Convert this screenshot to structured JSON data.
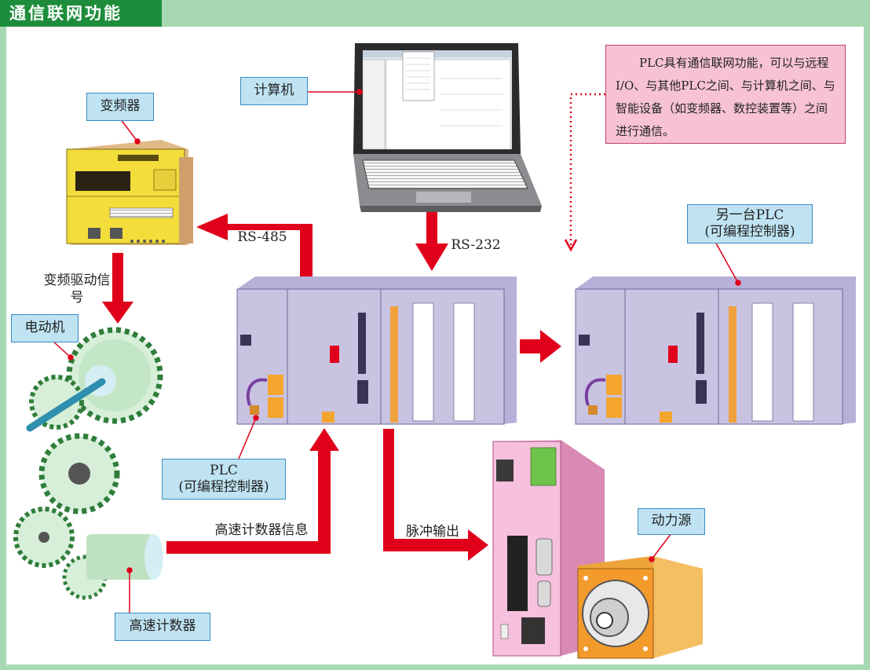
{
  "header": {
    "title": "通信联网功能"
  },
  "note": {
    "text": "PLC具有通信联网功能，可以与远程I/O、与其他PLC之间、与计算机之间、与智能设备（如变频器、数控装置等）之间进行通信。"
  },
  "labels": {
    "computer": "计算机",
    "inverter": "变频器",
    "inverter_signal": "变频驱动信号",
    "motor": "电动机",
    "plc_line1": "PLC",
    "plc_line2": "(可编程控制器)",
    "other_plc_line1": "另一台PLC",
    "other_plc_line2": "(可编程控制器)",
    "power_source": "动力源",
    "hs_counter": "高速计数器",
    "rs485": "RS-485",
    "rs232": "RS-232",
    "hs_info": "高速计数器信息",
    "pulse_out": "脉冲输出"
  },
  "colors": {
    "accent_green": "#1e8d3b",
    "border_green": "#a6d8b2",
    "arrow_red": "#e0001b",
    "plc_purple": "#c9c3e2",
    "note_pink": "#f7c3d4",
    "label_blue": "#bfe3f2"
  }
}
